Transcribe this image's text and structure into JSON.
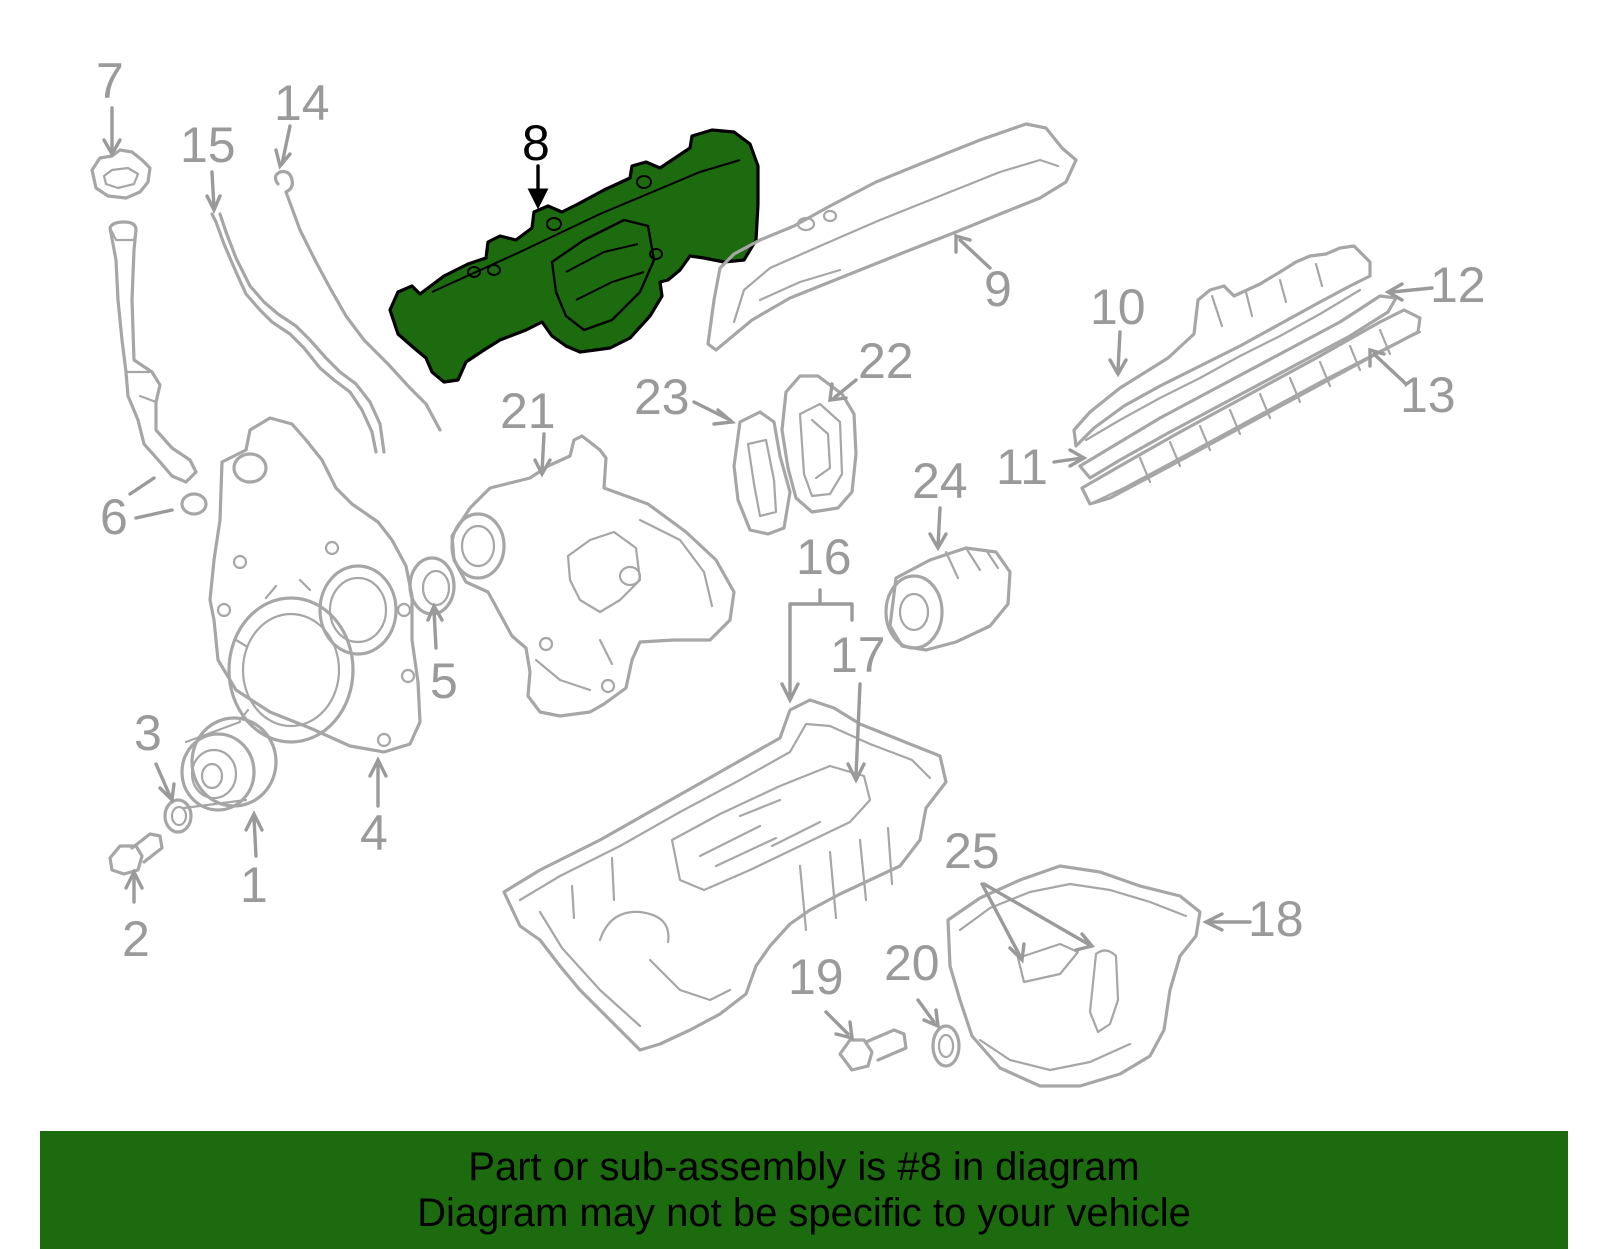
{
  "diagram": {
    "highlighted_part": "8",
    "highlight_color": "#1d6b0f",
    "part_color": "#a6a6a6",
    "callouts": [
      {
        "id": "1",
        "label": "1"
      },
      {
        "id": "2",
        "label": "2"
      },
      {
        "id": "3",
        "label": "3"
      },
      {
        "id": "4",
        "label": "4"
      },
      {
        "id": "5",
        "label": "5"
      },
      {
        "id": "6",
        "label": "6"
      },
      {
        "id": "7",
        "label": "7"
      },
      {
        "id": "8",
        "label": "8"
      },
      {
        "id": "9",
        "label": "9"
      },
      {
        "id": "10",
        "label": "10"
      },
      {
        "id": "11",
        "label": "11"
      },
      {
        "id": "12",
        "label": "12"
      },
      {
        "id": "13",
        "label": "13"
      },
      {
        "id": "14",
        "label": "14"
      },
      {
        "id": "15",
        "label": "15"
      },
      {
        "id": "16",
        "label": "16"
      },
      {
        "id": "17",
        "label": "17"
      },
      {
        "id": "18",
        "label": "18"
      },
      {
        "id": "19",
        "label": "19"
      },
      {
        "id": "20",
        "label": "20"
      },
      {
        "id": "21",
        "label": "21"
      },
      {
        "id": "22",
        "label": "22"
      },
      {
        "id": "23",
        "label": "23"
      },
      {
        "id": "24",
        "label": "24"
      },
      {
        "id": "25",
        "label": "25"
      }
    ]
  },
  "banner": {
    "line1": "Part or sub-assembly is #8 in diagram",
    "line2": "Diagram may not be specific to your vehicle",
    "background": "#1d6b0f"
  }
}
